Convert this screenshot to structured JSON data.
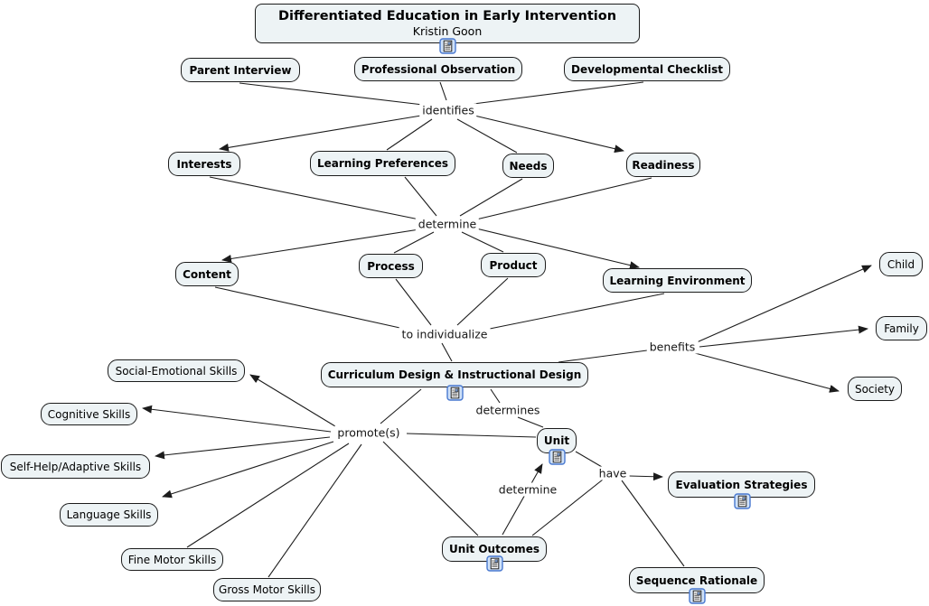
{
  "title": {
    "heading": "Differentiated Education in Early Intervention",
    "author": "Kristin Goon"
  },
  "nodes": {
    "parent_interview": "Parent Interview",
    "professional_observation": "Professional Observation",
    "developmental_checklist": "Developmental Checklist",
    "interests": "Interests",
    "learning_preferences": "Learning Preferences",
    "needs": "Needs",
    "readiness": "Readiness",
    "content": "Content",
    "process": "Process",
    "product": "Product",
    "learning_environment": "Learning Environment",
    "child": "Child",
    "family": "Family",
    "society": "Society",
    "curriculum_design": "Curriculum Design & Instructional Design",
    "social_emotional": "Social-Emotional Skills",
    "cognitive": "Cognitive Skills",
    "self_help": "Self-Help/Adaptive Skills",
    "language": "Language Skills",
    "fine_motor": "Fine Motor Skills",
    "gross_motor": "Gross Motor Skills",
    "unit": "Unit",
    "evaluation_strategies": "Evaluation Strategies",
    "unit_outcomes": "Unit Outcomes",
    "sequence_rationale": "Sequence Rationale"
  },
  "links": {
    "identifies": "identifies",
    "determine_top": "determine",
    "to_individualize": "to individualize",
    "benefits": "benefits",
    "promotes": "promote(s)",
    "determines": "determines",
    "determine_bottom": "determine",
    "have": "have"
  },
  "icons": {
    "resource": "document-resource-icon"
  },
  "colors": {
    "node_fill": "#edf3f5",
    "node_border": "#1c1c1c",
    "connector_line": "#1c1c1c",
    "resource_icon_bg": "#cfe1f8",
    "resource_icon_border": "#4878cf"
  }
}
